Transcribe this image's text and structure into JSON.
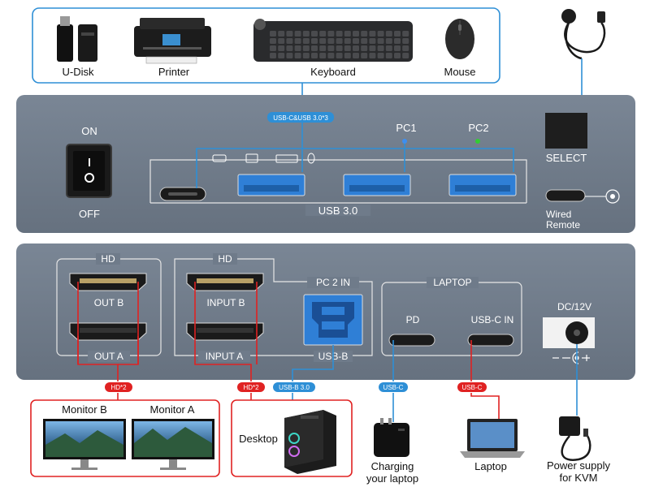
{
  "peripherals": {
    "udisk": "U-Disk",
    "printer": "Printer",
    "keyboard": "Keyboard",
    "mouse": "Mouse"
  },
  "front_panel": {
    "usb_c_badge": "USB-C&USB 3.0*3",
    "pc1": "PC1",
    "pc2": "PC2",
    "on": "ON",
    "off": "OFF",
    "usb30": "USB 3.0",
    "select": "SELECT",
    "wired_remote_line1": "Wired",
    "wired_remote_line2": "Remote"
  },
  "back_panel": {
    "hd_left": "HD",
    "hd_mid": "HD",
    "out_b": "OUT B",
    "out_a": "OUT A",
    "input_b": "INPUT B",
    "input_a": "INPUT A",
    "pc2_in": "PC 2 IN",
    "usb_b": "USB-B",
    "laptop": "LAPTOP",
    "pd": "PD",
    "usbc_in": "USB-C IN",
    "dc": "DC/12V"
  },
  "cable_tags": {
    "hd2_left": "HD*2",
    "hd2_mid": "HD*2",
    "usbb30": "USB-B 3.0",
    "usbc_blue": "USB-C",
    "usbc_red": "USB-C"
  },
  "devices": {
    "monitor_b": "Monitor B",
    "monitor_a": "Monitor A",
    "desktop": "Desktop",
    "charging_line1": "Charging",
    "charging_line2": "your laptop",
    "laptop": "Laptop",
    "power_line1": "Power supply",
    "power_line2": "for KVM"
  },
  "colors": {
    "panel": "#6f7b8a",
    "blue_line": "#2e8fd6",
    "red_line": "#e02222",
    "usb_blue": "#2f7fd6",
    "led_blue": "#3d8ff0",
    "led_green": "#33cc33"
  },
  "icons": [
    "usb-drive-icon",
    "printer-icon",
    "keyboard-icon",
    "mouse-icon",
    "wired-remote-icon",
    "monitor-icon",
    "desktop-tower-icon",
    "charger-icon",
    "laptop-icon",
    "power-adapter-icon"
  ]
}
